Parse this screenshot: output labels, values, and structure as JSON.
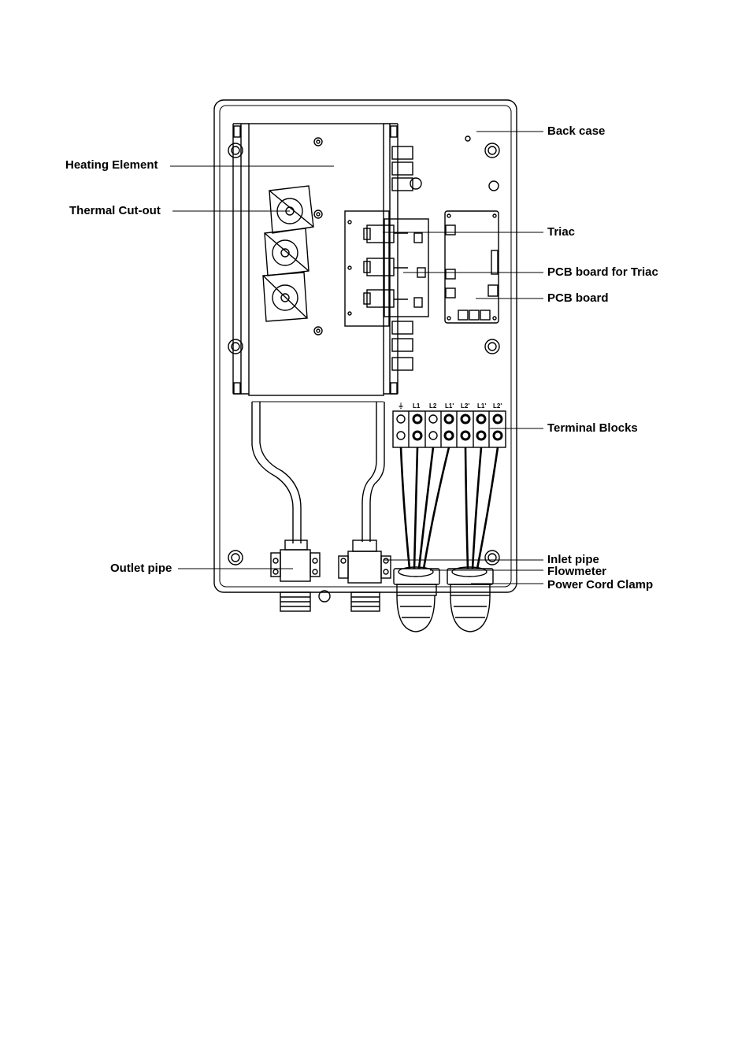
{
  "labels": {
    "back_case": "Back case",
    "heating_element": "Heating Element",
    "thermal_cutout": "Thermal Cut-out",
    "triac": "Triac",
    "pcb_board_triac": "PCB board for Triac",
    "pcb_board": "PCB board",
    "terminal_blocks": "Terminal Blocks",
    "outlet_pipe": "Outlet pipe",
    "inlet_pipe": "Inlet pipe",
    "flowmeter": "Flowmeter",
    "power_cord_clamp": "Power Cord Clamp"
  },
  "terminals": [
    "⏚",
    "L1",
    "L2",
    "L1'",
    "L2'",
    "L1'",
    "L2'"
  ]
}
